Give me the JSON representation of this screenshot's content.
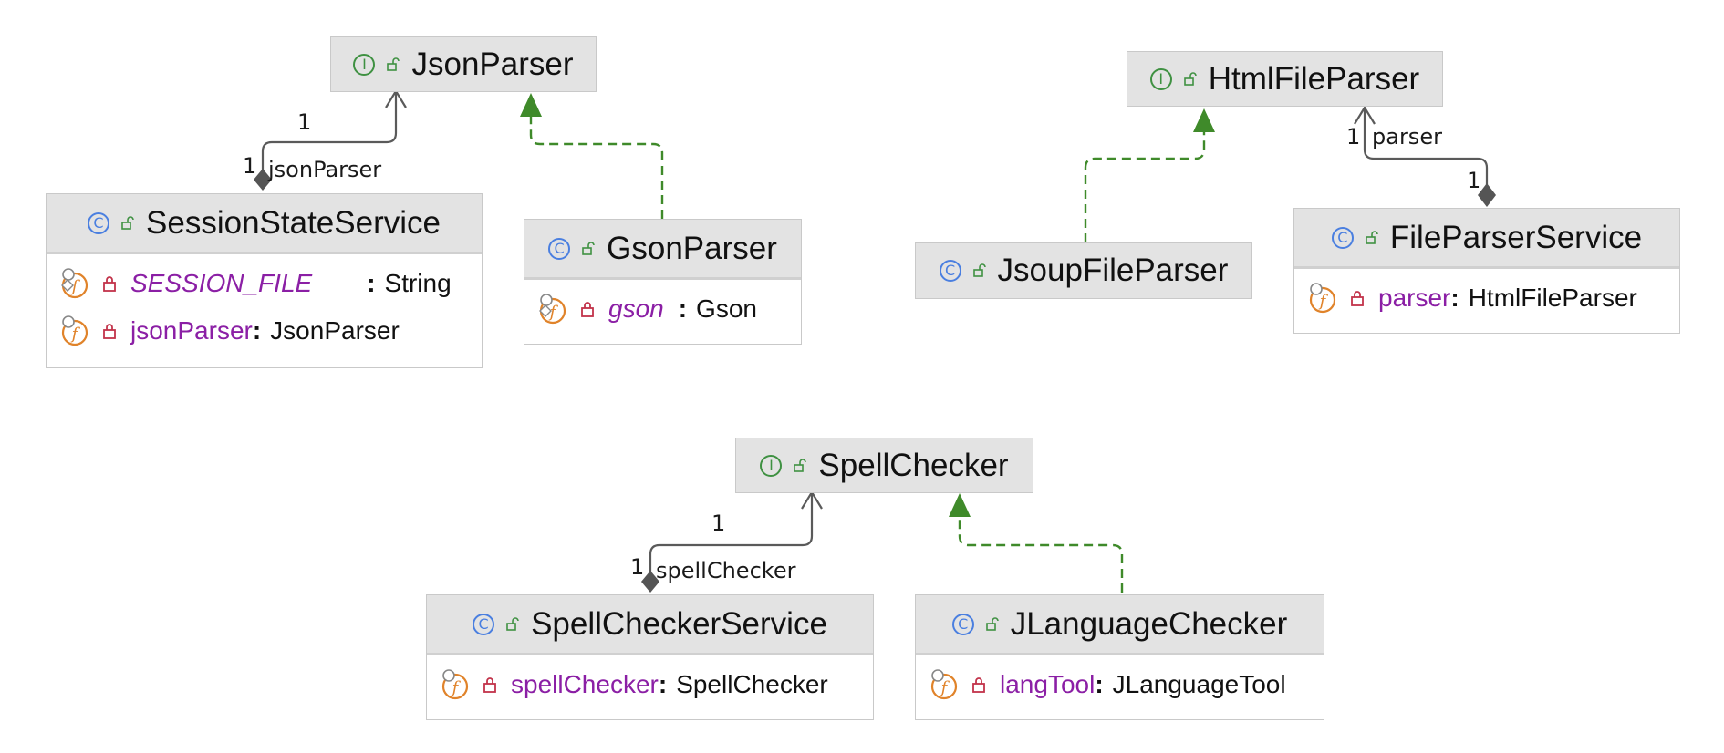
{
  "nodes": {
    "json_parser": {
      "kind": "I",
      "name": "JsonParser"
    },
    "session_state_service": {
      "kind": "C",
      "name": "SessionStateService",
      "fields": [
        {
          "name": "SESSION_FILE",
          "type": "String",
          "static": true
        },
        {
          "name": "jsonParser",
          "type": "JsonParser",
          "static": false
        }
      ]
    },
    "gson_parser": {
      "kind": "C",
      "name": "GsonParser",
      "fields": [
        {
          "name": "gson",
          "type": "Gson",
          "static": true
        }
      ]
    },
    "html_file_parser": {
      "kind": "I",
      "name": "HtmlFileParser"
    },
    "jsoup_file_parser": {
      "kind": "C",
      "name": "JsoupFileParser"
    },
    "file_parser_service": {
      "kind": "C",
      "name": "FileParserService",
      "fields": [
        {
          "name": "parser",
          "type": "HtmlFileParser",
          "static": false
        }
      ]
    },
    "spell_checker": {
      "kind": "I",
      "name": "SpellChecker"
    },
    "spell_checker_service": {
      "kind": "C",
      "name": "SpellCheckerService",
      "fields": [
        {
          "name": "spellChecker",
          "type": "SpellChecker",
          "static": false
        }
      ]
    },
    "jlanguage_checker": {
      "kind": "C",
      "name": "JLanguageChecker",
      "fields": [
        {
          "name": "langTool",
          "type": "JLanguageTool",
          "static": false
        }
      ]
    }
  },
  "edges": {
    "session_json": {
      "role": "jsonParser",
      "source_mult": "1",
      "target_mult": "1"
    },
    "fileparser_html": {
      "role": "parser",
      "source_mult": "1",
      "target_mult": "1"
    },
    "spell_service": {
      "role": "spellChecker",
      "source_mult": "1",
      "target_mult": "1"
    }
  },
  "colors": {
    "header_bg": "#e3e3e3",
    "realization": "#3f8a2a",
    "association": "#5a5a5a",
    "field_name": "#8b1fa5",
    "interface_badge": "#3f9142",
    "class_badge": "#4a7fe0",
    "private_lock": "#c2334a",
    "field_icon": "#e0832a"
  }
}
